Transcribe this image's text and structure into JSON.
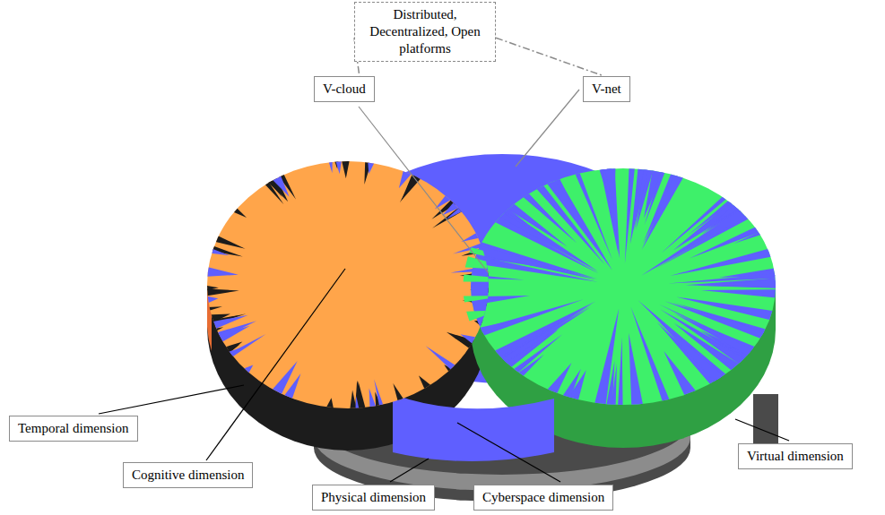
{
  "diagram": {
    "nodes": [
      {
        "text": [
          "Distributed, Decentralized, Open platforms"
        ]
      },
      {
        "text": [
          "V-cloud"
        ]
      },
      {
        "text": [
          "V-net"
        ]
      },
      {
        "text": [
          "Temporal dimension"
        ]
      },
      {
        "text": [
          "Cognitive dimension"
        ]
      },
      {
        "text": [
          "Physical dimension"
        ]
      },
      {
        "text": [
          "Cyberspace dimension"
        ]
      },
      {
        "text": [
          "Virtual dimension"
        ]
      }
    ],
    "edges": [
      {
        "from": 0,
        "to": 1,
        "arrow": "none"
      },
      {
        "from": 0,
        "to": 2,
        "arrow": "none"
      }
    ]
  }
}
